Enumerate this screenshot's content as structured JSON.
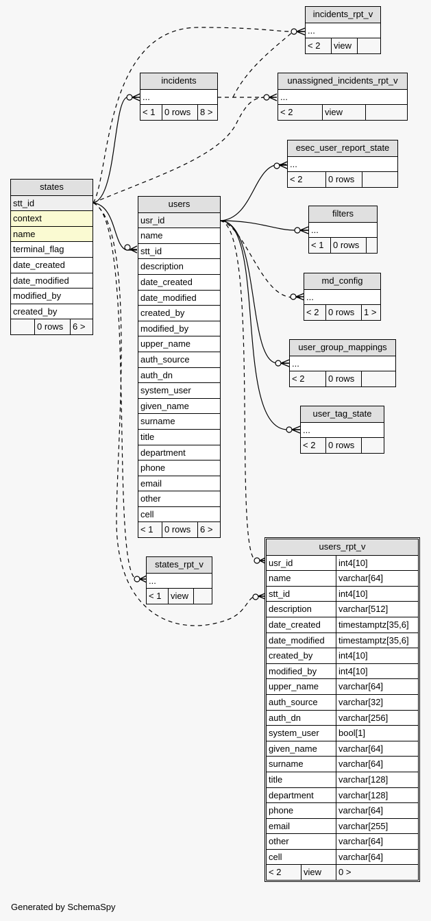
{
  "footer": "Generated by SchemaSpy",
  "tables": {
    "incidents_rpt_v": {
      "name": "incidents_rpt_v",
      "body": "...",
      "footer": [
        "< 2",
        "view",
        ""
      ]
    },
    "incidents": {
      "name": "incidents",
      "body": "...",
      "footer": [
        "< 1",
        "0 rows",
        "8 >"
      ]
    },
    "unassigned_incidents_rpt_v": {
      "name": "unassigned_incidents_rpt_v",
      "body": "...",
      "footer": [
        "< 2",
        "view",
        ""
      ]
    },
    "esec_user_report_state": {
      "name": "esec_user_report_state",
      "body": "...",
      "footer": [
        "< 2",
        "0 rows",
        ""
      ]
    },
    "filters": {
      "name": "filters",
      "body": "...",
      "footer": [
        "< 1",
        "0 rows",
        ""
      ]
    },
    "md_config": {
      "name": "md_config",
      "body": "...",
      "footer": [
        "< 2",
        "0 rows",
        "1 >"
      ]
    },
    "user_group_mappings": {
      "name": "user_group_mappings",
      "body": "...",
      "footer": [
        "< 2",
        "0 rows",
        ""
      ]
    },
    "user_tag_state": {
      "name": "user_tag_state",
      "body": "...",
      "footer": [
        "< 2",
        "0 rows",
        ""
      ]
    },
    "states_rpt_v": {
      "name": "states_rpt_v",
      "body": "...",
      "footer": [
        "< 1",
        "view",
        ""
      ]
    },
    "states": {
      "name": "states",
      "columns": [
        {
          "name": "stt_id",
          "kind": "pk"
        },
        {
          "name": "context",
          "kind": "idx"
        },
        {
          "name": "name",
          "kind": "idx"
        },
        {
          "name": "terminal_flag",
          "kind": "plain"
        },
        {
          "name": "date_created",
          "kind": "plain"
        },
        {
          "name": "date_modified",
          "kind": "plain"
        },
        {
          "name": "modified_by",
          "kind": "plain"
        },
        {
          "name": "created_by",
          "kind": "plain"
        }
      ],
      "footer": [
        "",
        "0 rows",
        "6 >"
      ]
    },
    "users": {
      "name": "users",
      "columns": [
        {
          "name": "usr_id",
          "kind": "pk"
        },
        {
          "name": "name",
          "kind": "plain"
        },
        {
          "name": "stt_id",
          "kind": "plain"
        },
        {
          "name": "description",
          "kind": "plain"
        },
        {
          "name": "date_created",
          "kind": "plain"
        },
        {
          "name": "date_modified",
          "kind": "plain"
        },
        {
          "name": "created_by",
          "kind": "plain"
        },
        {
          "name": "modified_by",
          "kind": "plain"
        },
        {
          "name": "upper_name",
          "kind": "plain"
        },
        {
          "name": "auth_source",
          "kind": "plain"
        },
        {
          "name": "auth_dn",
          "kind": "plain"
        },
        {
          "name": "system_user",
          "kind": "plain"
        },
        {
          "name": "given_name",
          "kind": "plain"
        },
        {
          "name": "surname",
          "kind": "plain"
        },
        {
          "name": "title",
          "kind": "plain"
        },
        {
          "name": "department",
          "kind": "plain"
        },
        {
          "name": "phone",
          "kind": "plain"
        },
        {
          "name": "email",
          "kind": "plain"
        },
        {
          "name": "other",
          "kind": "plain"
        },
        {
          "name": "cell",
          "kind": "plain"
        }
      ],
      "footer": [
        "< 1",
        "0 rows",
        "6 >"
      ]
    },
    "users_rpt_v": {
      "name": "users_rpt_v",
      "columns": [
        {
          "name": "usr_id",
          "type": "int4[10]"
        },
        {
          "name": "name",
          "type": "varchar[64]"
        },
        {
          "name": "stt_id",
          "type": "int4[10]"
        },
        {
          "name": "description",
          "type": "varchar[512]"
        },
        {
          "name": "date_created",
          "type": "timestamptz[35,6]"
        },
        {
          "name": "date_modified",
          "type": "timestamptz[35,6]"
        },
        {
          "name": "created_by",
          "type": "int4[10]"
        },
        {
          "name": "modified_by",
          "type": "int4[10]"
        },
        {
          "name": "upper_name",
          "type": "varchar[64]"
        },
        {
          "name": "auth_source",
          "type": "varchar[32]"
        },
        {
          "name": "auth_dn",
          "type": "varchar[256]"
        },
        {
          "name": "system_user",
          "type": "bool[1]"
        },
        {
          "name": "given_name",
          "type": "varchar[64]"
        },
        {
          "name": "surname",
          "type": "varchar[64]"
        },
        {
          "name": "title",
          "type": "varchar[128]"
        },
        {
          "name": "department",
          "type": "varchar[128]"
        },
        {
          "name": "phone",
          "type": "varchar[64]"
        },
        {
          "name": "email",
          "type": "varchar[255]"
        },
        {
          "name": "other",
          "type": "varchar[64]"
        },
        {
          "name": "cell",
          "type": "varchar[64]"
        }
      ],
      "footer": [
        "< 2",
        "view",
        "0 >"
      ]
    }
  }
}
